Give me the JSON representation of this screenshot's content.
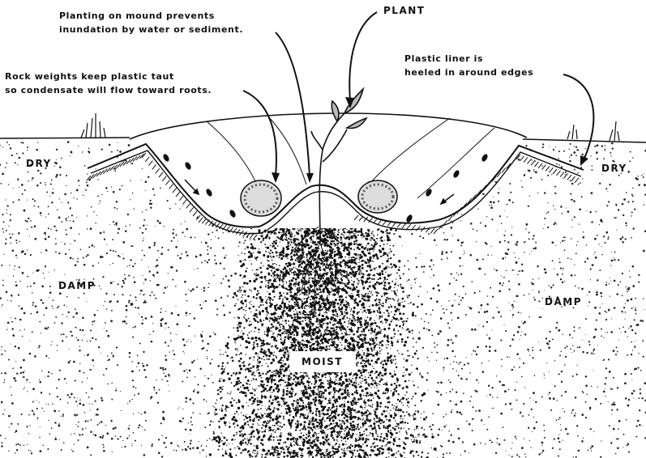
{
  "annotations": {
    "mound": [
      "Planting on mound prevents",
      "inundation by water or sediment."
    ],
    "plant": "PLANT",
    "rocks": [
      "Rock weights keep plastic taut",
      "so condensate will flow toward roots."
    ],
    "liner": [
      "Plastic liner is",
      "heeled in around edges"
    ]
  },
  "zones": {
    "dry_left": "DRY",
    "dry_right": "DRY",
    "damp_left": "DAMP",
    "damp_right": "DAMP",
    "moist": "MOIST"
  },
  "colors": {
    "ink": "#111111",
    "paper": "#ffffff"
  }
}
